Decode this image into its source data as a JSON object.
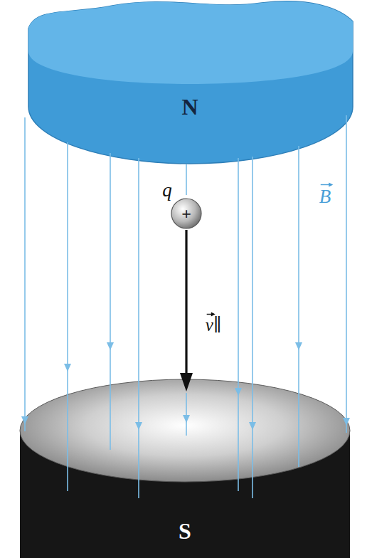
{
  "diagram": {
    "nodes": [
      {
        "text": [
          "N"
        ]
      },
      {
        "text": [
          "q",
          "+"
        ]
      },
      {
        "text": [
          "S"
        ]
      }
    ],
    "labels": [
      "B",
      "v∥"
    ]
  }
}
